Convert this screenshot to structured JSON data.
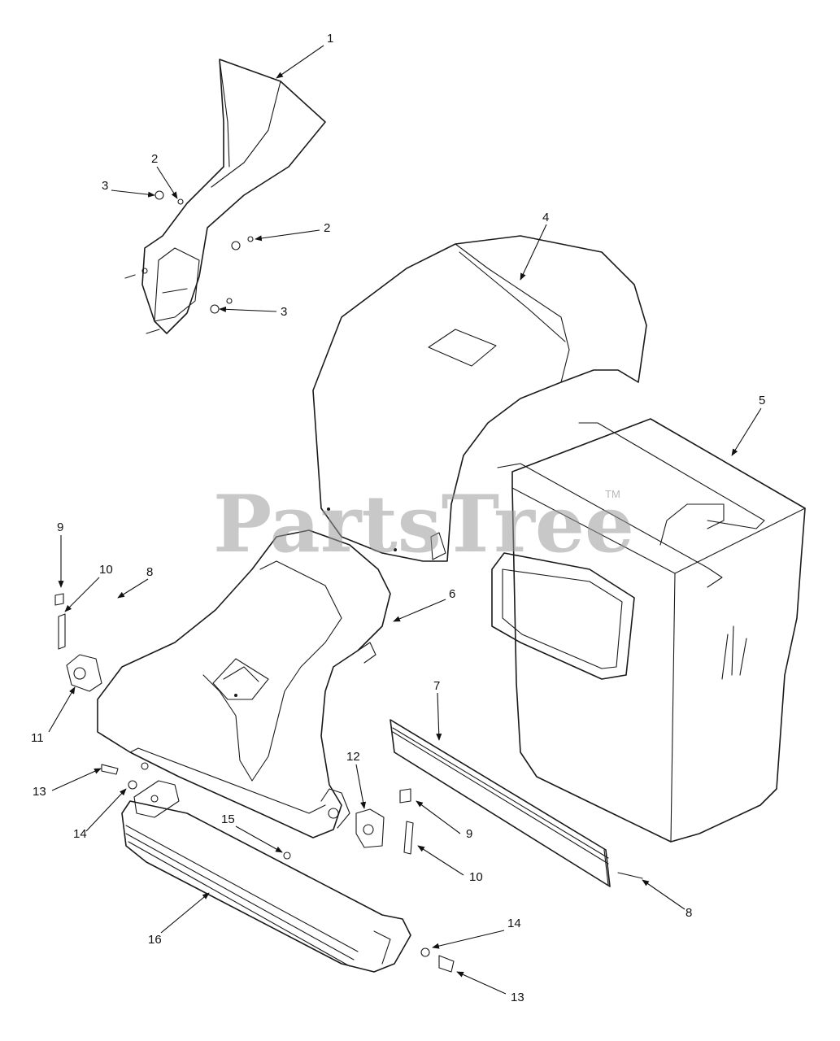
{
  "watermark": {
    "text": "PartsTree",
    "trademark": "TM"
  },
  "callouts": [
    {
      "label": "1"
    },
    {
      "label": "2"
    },
    {
      "label": "3"
    },
    {
      "label": "2"
    },
    {
      "label": "3"
    },
    {
      "label": "4"
    },
    {
      "label": "5"
    },
    {
      "label": "6"
    },
    {
      "label": "7"
    },
    {
      "label": "8"
    },
    {
      "label": "9"
    },
    {
      "label": "10"
    },
    {
      "label": "11"
    },
    {
      "label": "12"
    },
    {
      "label": "9"
    },
    {
      "label": "10"
    },
    {
      "label": "13"
    },
    {
      "label": "14"
    },
    {
      "label": "15"
    },
    {
      "label": "16"
    },
    {
      "label": "14"
    },
    {
      "label": "13"
    },
    {
      "label": "8"
    }
  ],
  "colors": {
    "line": "#1a1a1a",
    "watermark": "#9a9a9a",
    "background": "#ffffff"
  }
}
